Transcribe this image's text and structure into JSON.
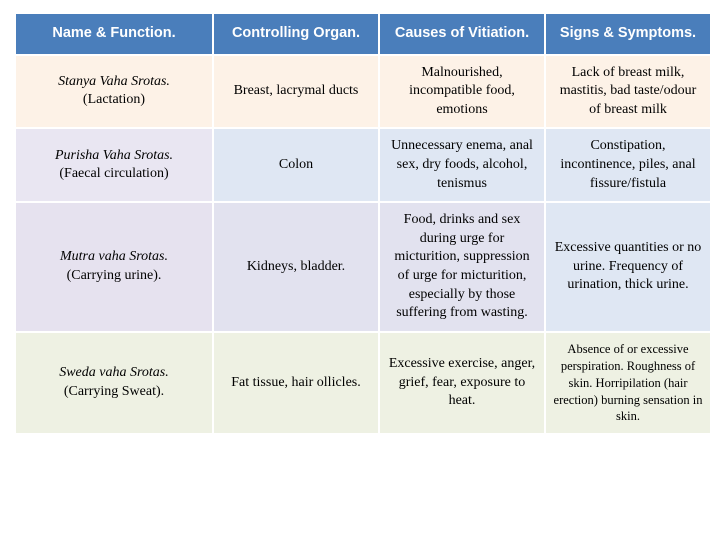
{
  "table": {
    "headers": [
      "Name & Function.",
      "Controlling Organ.",
      "Causes of Vitiation.",
      "Signs & Symptoms."
    ],
    "rows": [
      {
        "name": "Stanya Vaha Srotas.",
        "name_sub": "(Lactation)",
        "organ": "Breast, lacrymal ducts",
        "causes": "Malnourished, incompatible food, emotions",
        "signs": "Lack of breast milk, mastitis, bad taste/odour of breast milk"
      },
      {
        "name": "Purisha Vaha Srotas.",
        "name_sub": "(Faecal circulation)",
        "organ": "Colon",
        "causes": "Unnecessary enema, anal sex, dry foods, alcohol, tenismus",
        "signs": "Constipation, incontinence, piles, anal fissure/fistula"
      },
      {
        "name": "Mutra vaha Srotas.",
        "name_sub": "(Carrying urine).",
        "organ": "Kidneys, bladder.",
        "causes": "Food, drinks and sex during urge for micturition, suppression of urge for micturition, especially by those suffering from wasting.",
        "signs": "Excessive quantities or no urine. Frequency of urination, thick urine."
      },
      {
        "name": "Sweda vaha Srotas.",
        "name_sub": "(Carrying Sweat).",
        "organ": "Fat tissue, hair ollicles.",
        "causes": "Excessive exercise, anger, grief, fear, exposure to heat.",
        "signs": "Absence of or excessive perspiration. Roughness of skin. Horripilation (hair erection) burning sensation in skin."
      }
    ]
  },
  "colors": {
    "header_bg": "#4a7ebb",
    "header_fg": "#ffffff",
    "row1_bg": "#fdf2e7",
    "row2_bg": "#dfe7f3",
    "row3_bg": "#e2e2ef",
    "row4_bg": "#eef1e3"
  }
}
